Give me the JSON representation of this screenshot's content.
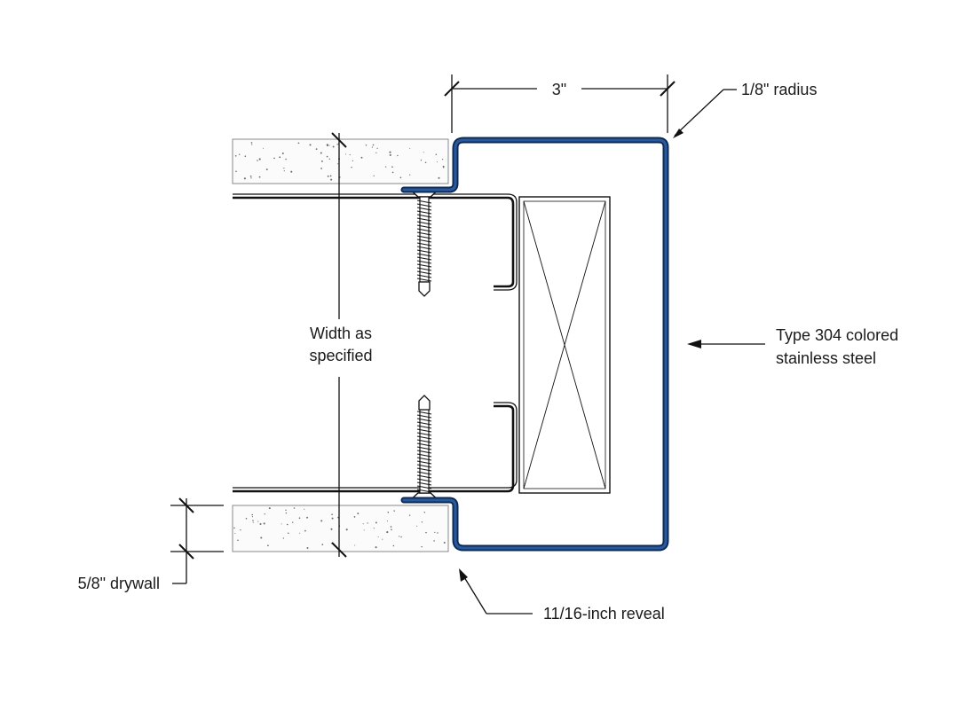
{
  "labels": {
    "dimension_3in": "3\"",
    "radius": "1/8\" radius",
    "width_line1": "Width as",
    "width_line2": "specified",
    "material_line1": "Type 304 colored",
    "material_line2": "stainless steel",
    "drywall": "5/8\" drywall",
    "reveal": "11/16-inch reveal"
  },
  "colors": {
    "frame": "#1f4a86",
    "lines": "#111111",
    "drywall_fill": "#fbfbfb"
  }
}
